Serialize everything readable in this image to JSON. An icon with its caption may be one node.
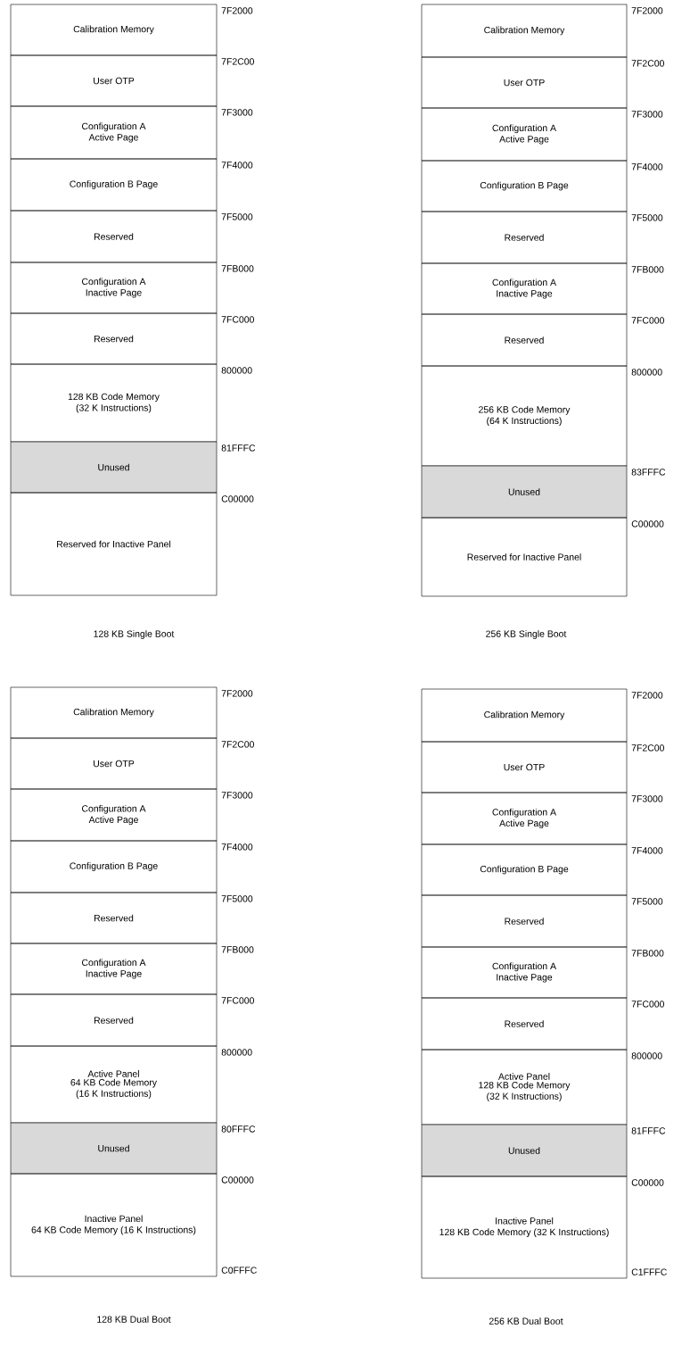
{
  "diagram": {
    "nodes": [
      {
        "text": [
          "Calibration Memory"
        ]
      },
      {
        "text": [
          "User OTP"
        ]
      },
      {
        "text": [
          "Configuration A Active Page"
        ]
      },
      {
        "text": [
          "Configuration B Page"
        ]
      },
      {
        "text": [
          "Reserved"
        ]
      },
      {
        "text": [
          "Configuration A Inactive Page"
        ]
      },
      {
        "text": [
          "Reserved"
        ]
      },
      {
        "text": [
          "128 KB Code Memory (32 K Instructions)"
        ]
      },
      {
        "text": [
          "Unused"
        ]
      },
      {
        "text": [
          "Reserved for Inactive Panel"
        ]
      },
      {
        "text": [
          "Calibration Memory"
        ]
      },
      {
        "text": [
          "User OTP"
        ]
      },
      {
        "text": [
          "Configuration A Active Page"
        ]
      },
      {
        "text": [
          "Configuration B Page"
        ]
      },
      {
        "text": [
          "Reserved"
        ]
      },
      {
        "text": [
          "Configuration A Inactive Page"
        ]
      },
      {
        "text": [
          "Reserved"
        ]
      },
      {
        "text": [
          "256 KB Code Memory (64 K Instructions)"
        ]
      },
      {
        "text": [
          "Unused"
        ]
      },
      {
        "text": [
          "Reserved for Inactive Panel"
        ]
      },
      {
        "text": [
          "Calibration Memory"
        ]
      },
      {
        "text": [
          "User OTP"
        ]
      },
      {
        "text": [
          "Configuration A Active Page"
        ]
      },
      {
        "text": [
          "Configuration B Page"
        ]
      },
      {
        "text": [
          "Reserved"
        ]
      },
      {
        "text": [
          "Configuration A Inactive Page"
        ]
      },
      {
        "text": [
          "Reserved"
        ]
      },
      {
        "text": [
          "Active Panel",
          "64 KB Code Memory (16 K Instructions)"
        ]
      },
      {
        "text": [
          "Unused"
        ]
      },
      {
        "text": [
          "Inactive Panel",
          "64 KB Code Memory (16 K Instructions)"
        ]
      },
      {
        "text": [
          "Calibration Memory"
        ]
      },
      {
        "text": [
          "User OTP"
        ]
      },
      {
        "text": [
          "Configuration A Active Page"
        ]
      },
      {
        "text": [
          "Configuration B Page"
        ]
      },
      {
        "text": [
          "Reserved"
        ]
      },
      {
        "text": [
          "Configuration A Inactive Page"
        ]
      },
      {
        "text": [
          "Reserved"
        ]
      },
      {
        "text": [
          "Active Panel",
          "128 KB Code Memory (32 K Instructions)"
        ]
      },
      {
        "text": [
          "Unused"
        ]
      },
      {
        "text": [
          "Inactive Panel",
          "128 KB Code Memory (32 K Instructions)"
        ]
      }
    ],
    "labels": [
      "7F2000",
      "7F2C00",
      "7F3000",
      "7F4000",
      "7F5000",
      "7FB000",
      "7FC000",
      "800000",
      "81FFFC",
      "C00000",
      "128 KB Single Boot",
      "7F2000",
      "7F2C00",
      "7F3000",
      "7F4000",
      "7F5000",
      "7FB000",
      "7FC000",
      "800000",
      "83FFFC",
      "C00000",
      "256 KB Single Boot",
      "7F2000",
      "7F2C00",
      "7F3000",
      "7F4000",
      "7F5000",
      "7FB000",
      "7FC000",
      "800000",
      "80FFFC",
      "C00000",
      "C0FFFC",
      "128 KB Dual Boot",
      "7F2000",
      "7F2C00",
      "7F3000",
      "7F4000",
      "7F5000",
      "7FB000",
      "7FC000",
      "800000",
      "81FFFC",
      "C00000",
      "C1FFFC",
      "256 KB Dual Boot"
    ]
  }
}
